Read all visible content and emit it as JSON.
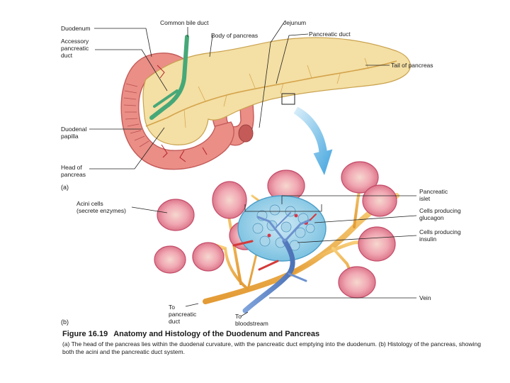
{
  "labels": {
    "duodenum": "Duodenum",
    "accessory_duct": [
      "Accessory",
      "pancreatic",
      "duct"
    ],
    "common_bile_duct": "Common bile duct",
    "body_of_pancreas": "Body of pancreas",
    "jejunum": "Jejunum",
    "pancreatic_duct": "Pancreatic duct",
    "tail_of_pancreas": "Tail of pancreas",
    "duodenal_papilla": [
      "Duodenal",
      "papilla"
    ],
    "head_of_pancreas": [
      "Head of",
      "pancreas"
    ],
    "panel_a": "(a)",
    "acini_cells": [
      "Acini cells",
      "(secrete enzymes)"
    ],
    "pancreatic_islet": [
      "Pancreatic",
      "islet"
    ],
    "glucagon_cells": [
      "Cells producing",
      "glucagon"
    ],
    "insulin_cells": [
      "Cells producing",
      "insulin"
    ],
    "vein": "Vein",
    "to_pancreatic_duct": [
      "To",
      "pancreatic",
      "duct"
    ],
    "to_bloodstream": [
      "To",
      "bloodstream"
    ],
    "panel_b": "(b)"
  },
  "caption": {
    "figure_number": "Figure 16.19",
    "figure_title": "Anatomy and Histology of the Duodenum and Pancreas",
    "description": "(a) The head of the pancreas lies within the duodenal curvature, with the pancreatic duct emptying into the duodenum. (b) Histology of the pancreas, showing both the acini and the pancreatic duct system."
  },
  "colors": {
    "pancreas": "#f4dfa4",
    "pancreas_outline": "#c9a24e",
    "duodenum": "#ea8e86",
    "duodenum_dark": "#c45b59",
    "bile_duct": "#46a878",
    "arrow": "#3ea3dd",
    "islet": "#8ecbe5",
    "acinus": "#f0a7b2",
    "duct": "#f1b44c",
    "vein": "#5f86c8",
    "artery": "#d53a3a"
  }
}
